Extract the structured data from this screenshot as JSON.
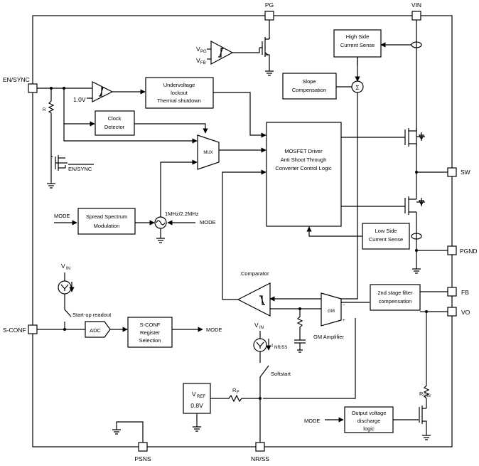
{
  "pins": {
    "pg": "PG",
    "vin": "VIN",
    "en_sync": "EN/SYNC",
    "sw": "SW",
    "pgnd": "PGND",
    "fb": "FB",
    "vo": "VO",
    "s_conf": "S-CONF",
    "psns": "PSNS",
    "nr_ss": "NR/SS"
  },
  "blocks": {
    "high_side_current_sense": [
      "High Side",
      "Current Sense"
    ],
    "slope_compensation": [
      "Slope",
      "Compensation"
    ],
    "undervoltage_lockout": [
      "Undervoltage",
      "lockout",
      "Thermal shutdown"
    ],
    "clock_detector": [
      "Clock",
      "Detector"
    ],
    "mosfet_driver": [
      "MOSFET Driver",
      "Anti Shoot Through",
      "Converter Control Logic"
    ],
    "spread_spectrum": [
      "Spread Spectrum",
      "Modulation"
    ],
    "low_side_current_sense": [
      "Low Side",
      "Current Sense"
    ],
    "second_stage_filter": [
      "2nd stage filter",
      "compensation"
    ],
    "adc": "ADC",
    "s_conf_register": [
      "S-CONF",
      "Register",
      "Selection"
    ],
    "vref": [
      "V",
      "REF",
      "0.8V"
    ],
    "output_discharge": [
      "Output voltage",
      "discharge",
      "logic"
    ],
    "mux": "MUX",
    "gm": "GM",
    "sigma": "Σ"
  },
  "labels": {
    "v_pg": [
      "V",
      "PG"
    ],
    "v_fb": [
      "V",
      "FB"
    ],
    "threshold": "1.0V",
    "r_en": "R",
    "en_sync_bar": "EN/SYNC",
    "mode_spread": "MODE",
    "freq": "1MHz/2.2MHz",
    "mode_osc": "MODE",
    "comparator": "Comparator",
    "vin_top": [
      "V",
      "IN"
    ],
    "startup": "Start-up readout",
    "mode_out": "MODE",
    "vin_ss": [
      "V",
      "IN"
    ],
    "i_nr_ss": [
      "I",
      "NR/SS"
    ],
    "gm_amplifier": "GM Amplifier",
    "softstart": "Softstart",
    "r_f": [
      "R",
      "F"
    ],
    "r_dis": [
      "R",
      "DIS"
    ],
    "mode_discharge": "MODE",
    "plus": "+",
    "minus": "−"
  },
  "colors": {
    "line": "#000000",
    "background": "#ffffff"
  }
}
